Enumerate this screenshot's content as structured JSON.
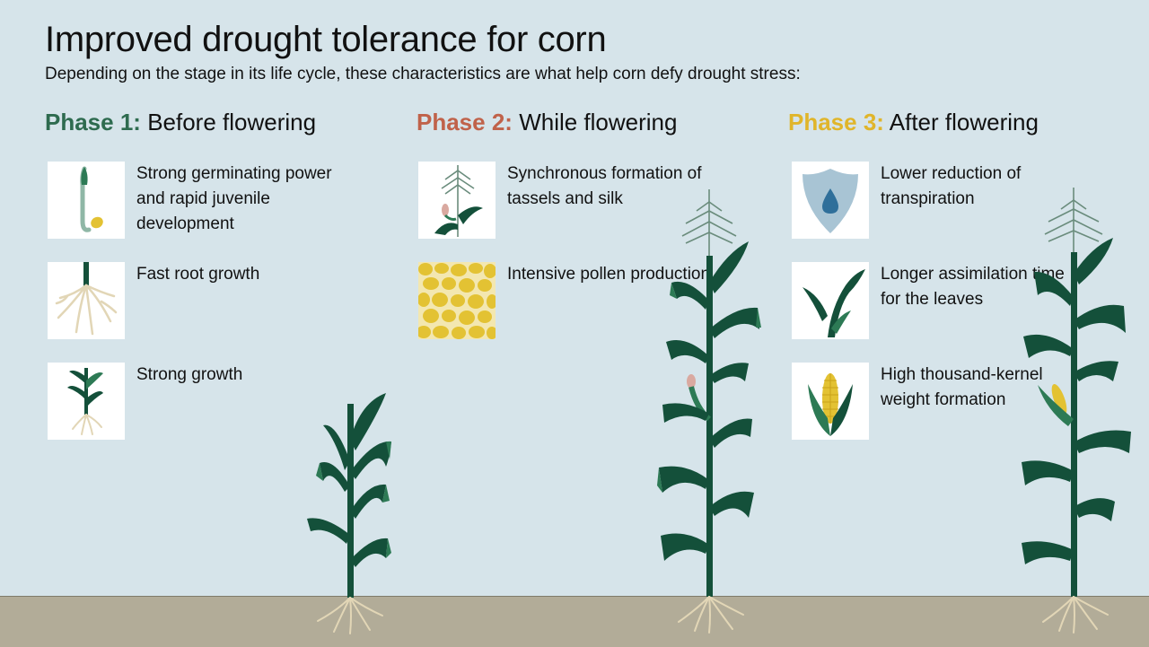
{
  "title": "Improved drought tolerance for corn",
  "subtitle": "Depending on the stage in its life cycle, these characteristics are what help corn defy drought stress:",
  "phases": [
    {
      "label": "Phase 1:",
      "name": "Before flowering",
      "color": "#2e6b4f",
      "items": [
        {
          "text": "Strong germinating power and rapid juvenile development",
          "icon": "germinating-seed-icon"
        },
        {
          "text": "Fast root growth",
          "icon": "roots-icon"
        },
        {
          "text": "Strong growth",
          "icon": "young-plant-icon"
        }
      ]
    },
    {
      "label": "Phase 2:",
      "name": "While flowering",
      "color": "#c0624a",
      "items": [
        {
          "text": "Synchronous formation of tassels and silk",
          "icon": "tassel-silk-icon"
        },
        {
          "text": "Intensive pollen production",
          "icon": "pollen-icon"
        }
      ]
    },
    {
      "label": "Phase 3:",
      "name": "After flowering",
      "color": "#e0b52a",
      "items": [
        {
          "text": "Lower reduction of transpiration",
          "icon": "shield-droplet-icon"
        },
        {
          "text": "Longer assimilation time for the leaves",
          "icon": "leaves-icon"
        },
        {
          "text": "High thousand-kernel weight formation",
          "icon": "corn-cob-icon"
        }
      ]
    }
  ],
  "colors": {
    "background": "#d6e4ea",
    "leaf_dark": "#14503a",
    "leaf_light": "#2d7a55",
    "ground": "#b2ac98",
    "root": "#e2d6b6",
    "corn_yellow": "#e3c233"
  }
}
